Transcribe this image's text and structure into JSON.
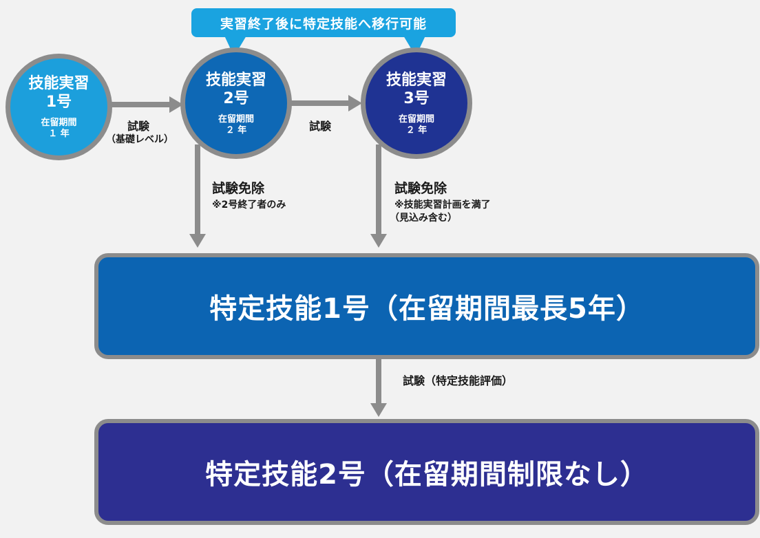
{
  "callout": {
    "text": "実習終了後に特定技能へ移行可能"
  },
  "stages": [
    {
      "title": "技能実習",
      "number": "1号",
      "stay_label": "在留期間",
      "stay_value": "１ 年",
      "color": "#1c9fdc"
    },
    {
      "title": "技能実習",
      "number": "2号",
      "stay_label": "在留期間",
      "stay_value": "２ 年",
      "color": "#0e68b5"
    },
    {
      "title": "技能実習",
      "number": "3号",
      "stay_label": "在留期間",
      "stay_value": "２ 年",
      "color": "#1f3393"
    }
  ],
  "transitions": {
    "one_to_two": {
      "label": "試験",
      "note": "（基礎レベル）"
    },
    "two_to_three": {
      "label": "試験"
    },
    "two_to_ssw": {
      "label": "試験免除",
      "note": "※2号終了者のみ"
    },
    "three_to_ssw": {
      "label": "試験免除",
      "note_line1": "※技能実習計画を満了",
      "note_line2": "（見込み含む）"
    },
    "ssw1_to_ssw2": {
      "label": "試験（特定技能評価）"
    }
  },
  "ssw1": {
    "text": "特定技能1号（在留期間最長5年）",
    "color": "#0c64b2"
  },
  "ssw2": {
    "text": "特定技能2号（在留期間制限なし）",
    "color": "#2d2f91"
  },
  "colors": {
    "arrow": "#8c8c8c",
    "border": "#8c8c8c",
    "callout": "#1aa3e0",
    "background": "#f2f2f2"
  }
}
